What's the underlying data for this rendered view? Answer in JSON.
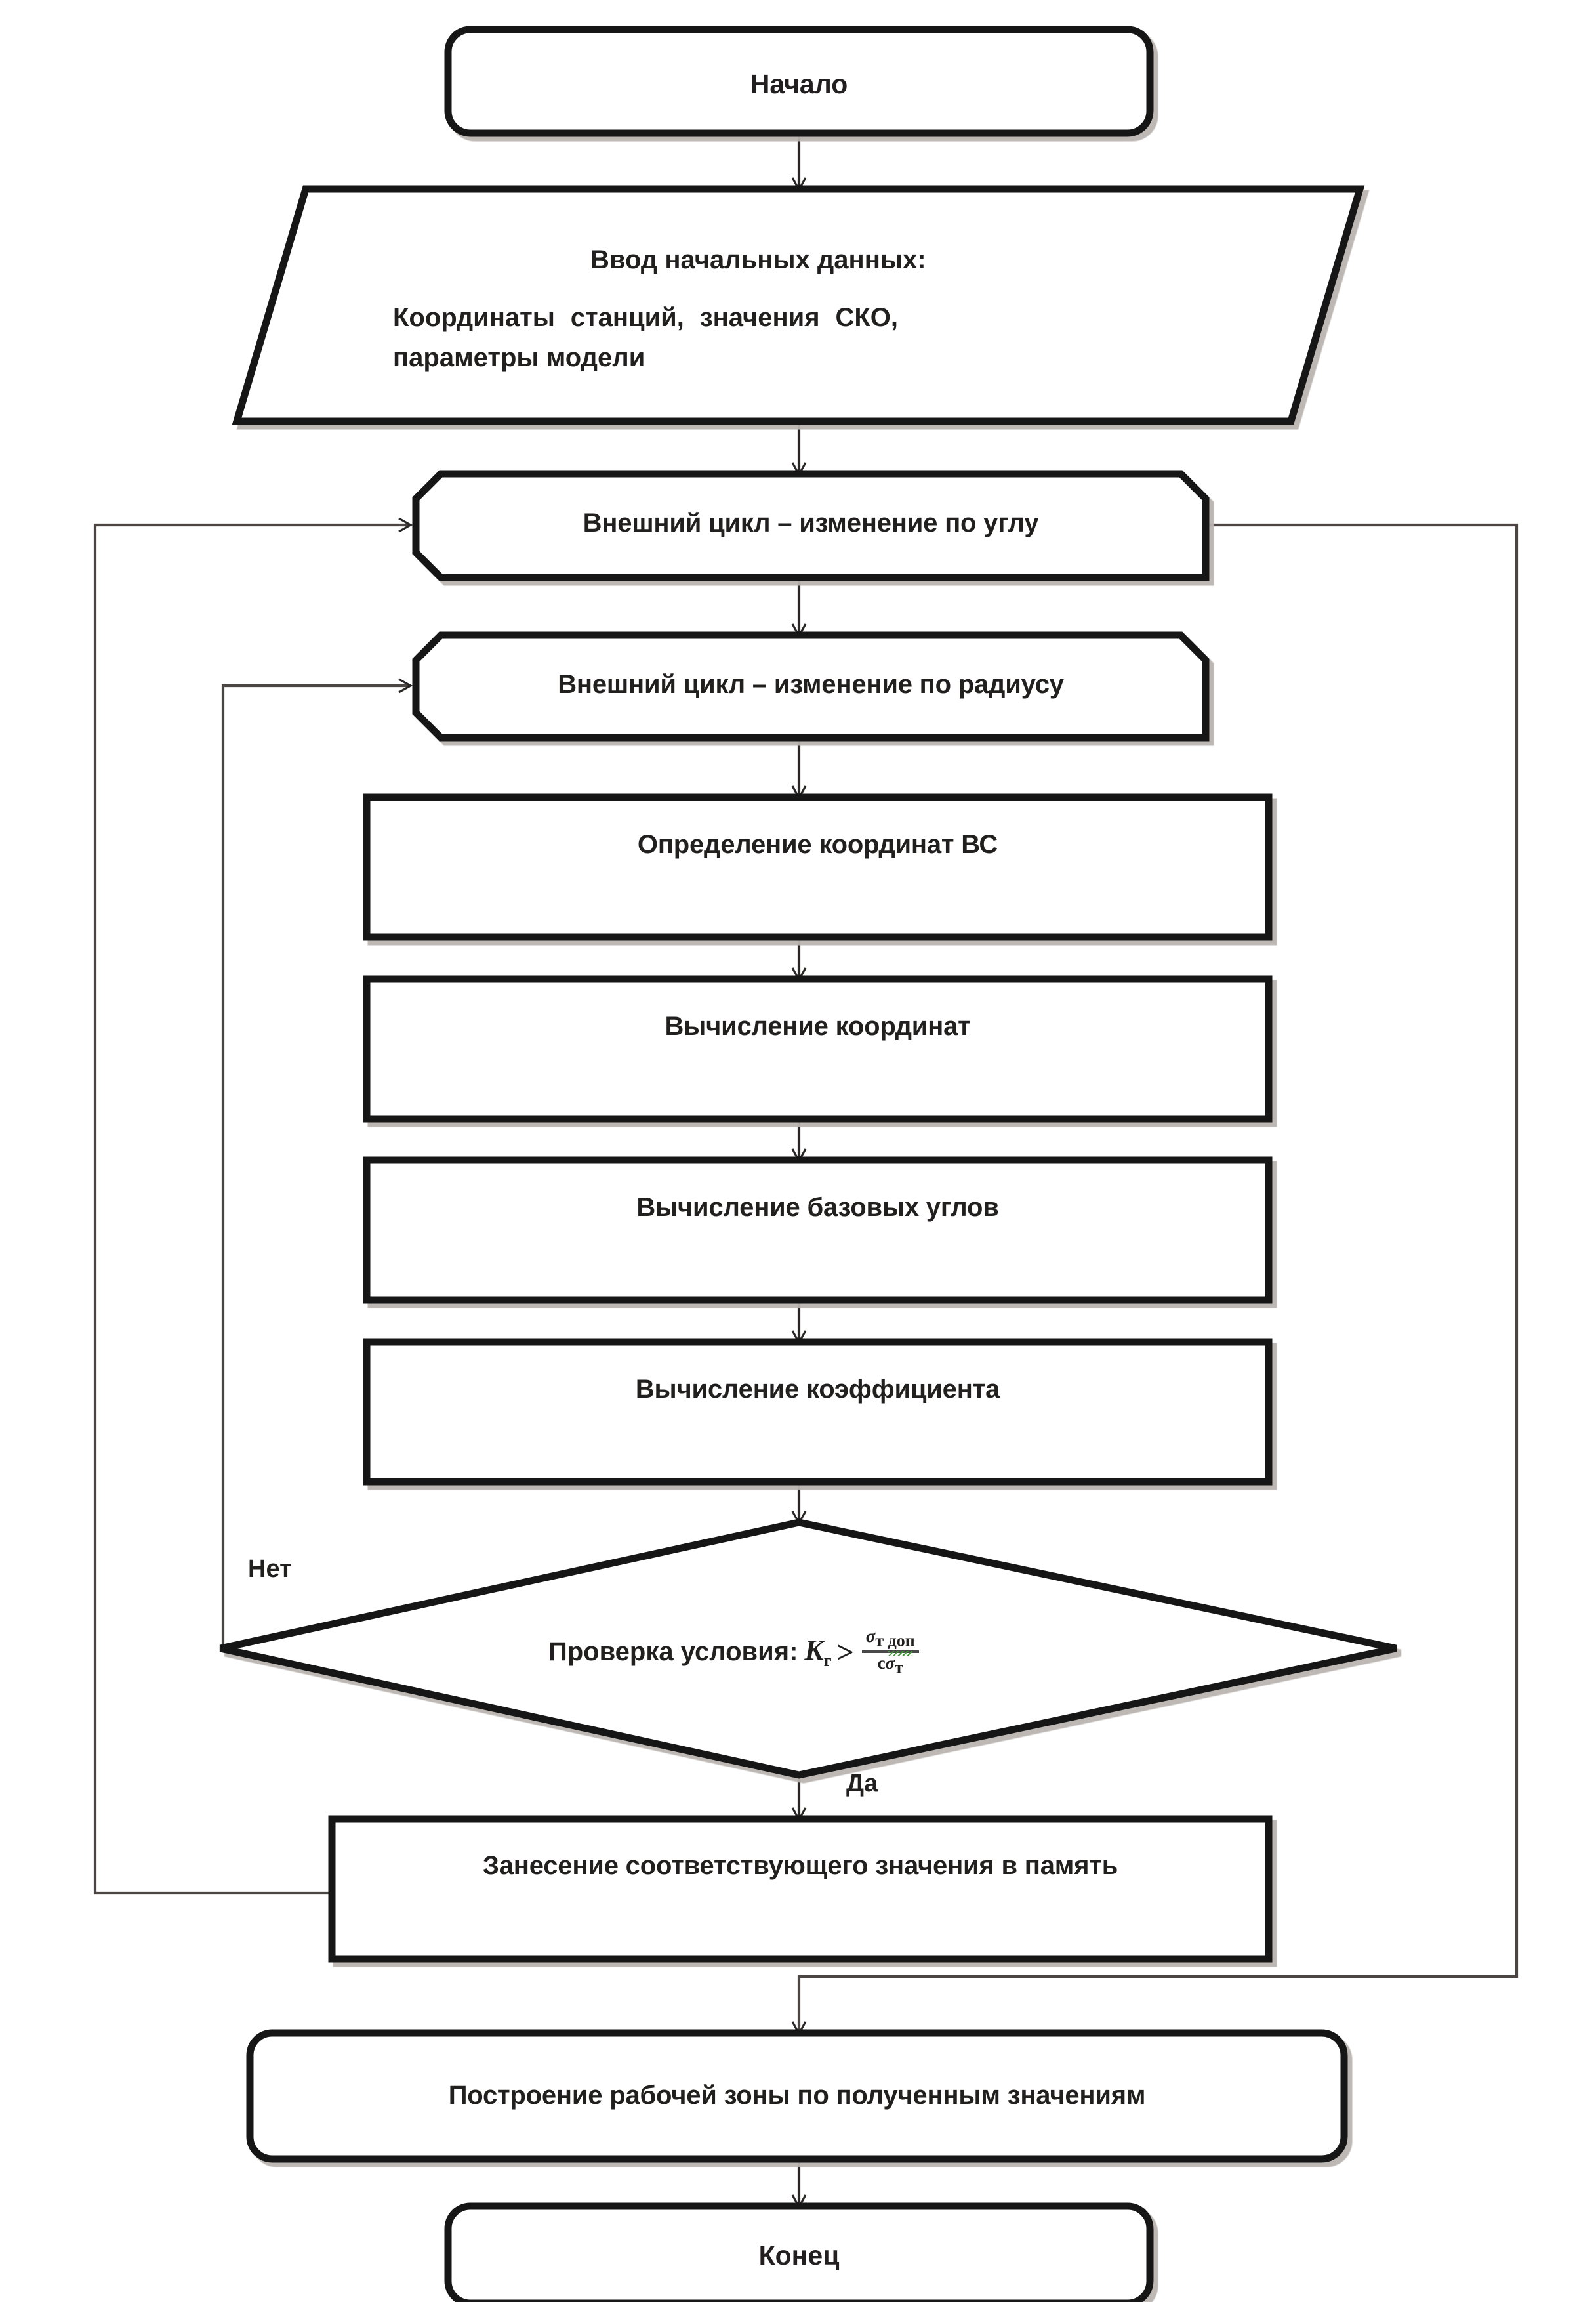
{
  "diagram": {
    "title_visible": false,
    "language": "ru",
    "type": "flowchart",
    "colors": {
      "stroke": "#1a1a1a",
      "connector": "#4b4644",
      "fill": "#ffffff",
      "text": "#221f1f",
      "spellcheck_underline": "#3f9c35"
    },
    "nodes": [
      {
        "id": "start",
        "shape": "terminator",
        "label": "Начало"
      },
      {
        "id": "input",
        "shape": "parallelogram",
        "label_line1": "Ввод начальных данных:",
        "label_line2": "Координаты станций, значения СКО, параметры модели"
      },
      {
        "id": "loop-angle",
        "shape": "loop-limit",
        "label": "Внешний цикл – изменение по углу"
      },
      {
        "id": "loop-radius",
        "shape": "loop-limit",
        "label": "Внешний цикл – изменение по радиусу"
      },
      {
        "id": "determine-coords",
        "shape": "process",
        "label": "Определение координат ВС"
      },
      {
        "id": "compute-coords",
        "shape": "process",
        "label": "Вычисление координат"
      },
      {
        "id": "compute-base-angles",
        "shape": "process",
        "label": "Вычисление базовых углов"
      },
      {
        "id": "compute-coefficient",
        "shape": "process",
        "label": "Вычисление коэффициента"
      },
      {
        "id": "decision",
        "shape": "diamond",
        "label_prefix": "Проверка условия:",
        "formula": {
          "lhs_symbol": "K",
          "lhs_subscript": "г",
          "operator": ">",
          "numerator": "σ_т доп",
          "numerator_symbol": "σ",
          "numerator_subscript": "т доп",
          "denominator": "cσ_т",
          "denominator_prefix": "c",
          "denominator_symbol": "σ",
          "denominator_subscript": "т",
          "plain": "K_г > σ_т доп / (c σ_т)"
        }
      },
      {
        "id": "store-memory",
        "shape": "process",
        "label": "Занесение соответствующего значения в память"
      },
      {
        "id": "build-zone",
        "shape": "terminator",
        "label": "Построение рабочей зоны по полученным значениям"
      },
      {
        "id": "end",
        "shape": "terminator",
        "label": "Конец"
      }
    ],
    "branch_labels": {
      "no": "Нет",
      "yes": "Да"
    },
    "edges": [
      {
        "from": "start",
        "to": "input",
        "label": ""
      },
      {
        "from": "input",
        "to": "loop-angle",
        "label": ""
      },
      {
        "from": "loop-angle",
        "to": "loop-radius",
        "label": ""
      },
      {
        "from": "loop-radius",
        "to": "determine-coords",
        "label": ""
      },
      {
        "from": "determine-coords",
        "to": "compute-coords",
        "label": ""
      },
      {
        "from": "compute-coords",
        "to": "compute-base-angles",
        "label": ""
      },
      {
        "from": "compute-base-angles",
        "to": "compute-coefficient",
        "label": ""
      },
      {
        "from": "compute-coefficient",
        "to": "decision",
        "label": ""
      },
      {
        "from": "decision",
        "to": "store-memory",
        "label": "Да"
      },
      {
        "from": "decision",
        "to": "loop-radius",
        "label": "Нет"
      },
      {
        "from": "store-memory",
        "to": "loop-angle",
        "label": ""
      },
      {
        "from": "loop-angle",
        "to": "build-zone",
        "label": ""
      },
      {
        "from": "build-zone",
        "to": "end",
        "label": ""
      }
    ]
  }
}
